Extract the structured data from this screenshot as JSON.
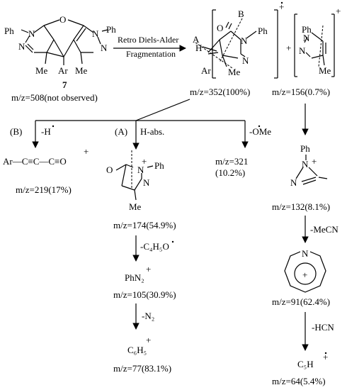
{
  "compound7": {
    "number": "7",
    "mz": "m/z=508(not observed)",
    "atoms": {
      "ph_left": "Ph",
      "n_left1": "N",
      "n_left2": "N",
      "o": "O",
      "n_right1": "N",
      "ph_right": "Ph",
      "n_right2": "N",
      "me_left": "Me",
      "ar": "Ar",
      "me_right": "Me"
    }
  },
  "main_arrow": {
    "line1": "Retro Diels-Alder",
    "line2": "Fragmentation"
  },
  "frag352": {
    "mz": "m/z=352(100%)",
    "atoms": {
      "o": "O",
      "n1": "N",
      "ph": "Ph",
      "n2": "N",
      "me": "Me",
      "h": "H",
      "ar": "Ar",
      "a": "A",
      "b": "B"
    },
    "charge": "+"
  },
  "plus_sign": "+",
  "frag156": {
    "mz": "m/z=156(0.7%)",
    "atoms": {
      "ph": "Ph",
      "n1": "N",
      "n2": "N",
      "me": "Me"
    },
    "charge": "+"
  },
  "branches": {
    "b_label": "(B)",
    "b_loss": "-H",
    "a_label": "(A)",
    "a_loss": "H-abs.",
    "ome_loss": "-OMe"
  },
  "frag219": {
    "text": "Ar—C≡C—C≡O",
    "charge": "+",
    "mz": "m/z=219(17%)"
  },
  "frag174": {
    "mz": "m/z=174(54.9%)",
    "atoms": {
      "o": "O",
      "n1": "N",
      "ph": "Ph",
      "n2": "N",
      "me": "Me"
    },
    "charge": "+"
  },
  "frag321": {
    "mz": "m/z=321",
    "pct": "(10.2%)"
  },
  "loss_c4h5o": "-C₄H₅O",
  "frag105": {
    "formula": "PhN₂",
    "charge": "+",
    "mz": "m/z=105(30.9%)"
  },
  "loss_n2": "-N₂",
  "frag77": {
    "formula": "C₆H₅",
    "charge": "+",
    "mz": "m/z=77(83.1%)"
  },
  "frag132": {
    "mz": "m/z=132(8.1%)",
    "atoms": {
      "ph": "Ph",
      "n1": "N",
      "n2": "N"
    },
    "charge": "+"
  },
  "loss_mecn": "-MeCN",
  "frag91": {
    "atom_n": "N",
    "charge": "+",
    "mz": "m/z=91(62.4%)"
  },
  "loss_hcn": "-HCN",
  "frag64": {
    "formula": "C₅H",
    "charge": "+",
    "mz": "m/z=64(5.4%)"
  }
}
